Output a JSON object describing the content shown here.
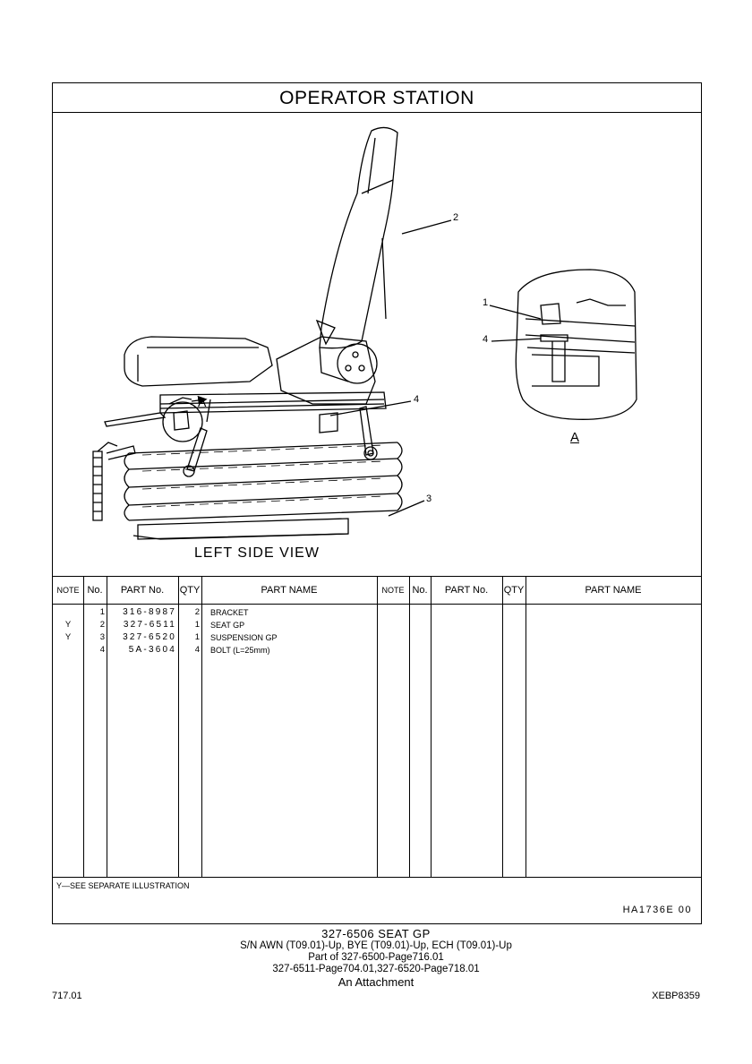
{
  "title": "OPERATOR  STATION",
  "illustration": {
    "view_label": "LEFT  SIDE  VIEW",
    "detail_label": "A",
    "callouts": [
      "2",
      "1",
      "4",
      "4",
      "3",
      "A"
    ]
  },
  "table": {
    "headers": {
      "note": "NOTE",
      "no": "No.",
      "part_no": "PART No.",
      "qty": "QTY",
      "part_name": "PART NAME"
    },
    "rows": [
      {
        "note": "",
        "no": "1",
        "part_no": "316-8987",
        "qty": "2",
        "part_name": "BRACKET"
      },
      {
        "note": "Y",
        "no": "2",
        "part_no": "327-6511",
        "qty": "1",
        "part_name": "SEAT  GP"
      },
      {
        "note": "Y",
        "no": "3",
        "part_no": "327-6520",
        "qty": "1",
        "part_name": "SUSPENSION  GP"
      },
      {
        "note": "",
        "no": "4",
        "part_no": "5A-3604",
        "qty": "4",
        "part_name": "BOLT (L=25mm)"
      }
    ]
  },
  "footnote": "Y—SEE  SEPARATE  ILLUSTRATION",
  "drawing_code": "HA1736E    00",
  "caption": {
    "title": "327-6506  SEAT  GP",
    "serial": "S/N AWN (T09.01)-Up, BYE (T09.01)-Up, ECH (T09.01)-Up",
    "part_of": "Part of 327-6500-Page716.01",
    "pages": "327-6511-Page704.01,327-6520-Page718.01",
    "attachment": "An Attachment"
  },
  "page_number": "717.01",
  "doc_code": "XEBP8359"
}
